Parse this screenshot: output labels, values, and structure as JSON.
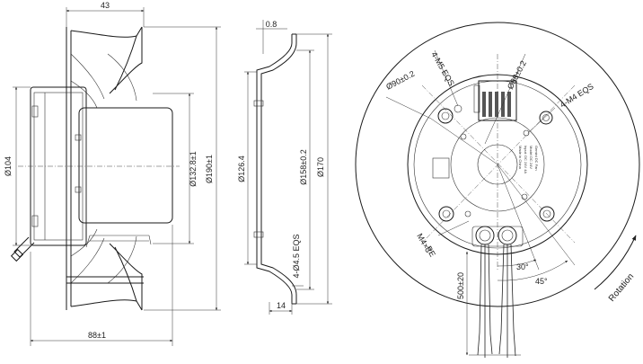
{
  "dimensions": {
    "width_43": "43",
    "dia_104": "Ø104",
    "dia_132_8": "Ø132.8±1",
    "dia_190": "Ø190±1",
    "length_88": "88±1",
    "thickness_0_8": "0.8",
    "dia_126_4": "Ø126.4",
    "dia_158": "Ø158±0.2",
    "dia_170": "Ø170",
    "holes_4x4_5": "4-Ø4.5 EQS",
    "flange_14": "14",
    "dia_90": "Ø90±0.2",
    "holes_4_m5": "4-M5 EQS",
    "dia_88": "Ø88±0.2",
    "holes_4_m4": "4-M4 EQS",
    "ground_screw": "M4×3",
    "ground_label": "PE",
    "cable_length": "500±20",
    "angle_30": "30°",
    "angle_45": "45°",
    "rotation_label": "Rotation"
  },
  "label_plate": {
    "line1": "Gemini DC Fan",
    "line2": "Model DC 24V",
    "line3": "Input: DC 24V 4A",
    "line4": "Made in China"
  }
}
